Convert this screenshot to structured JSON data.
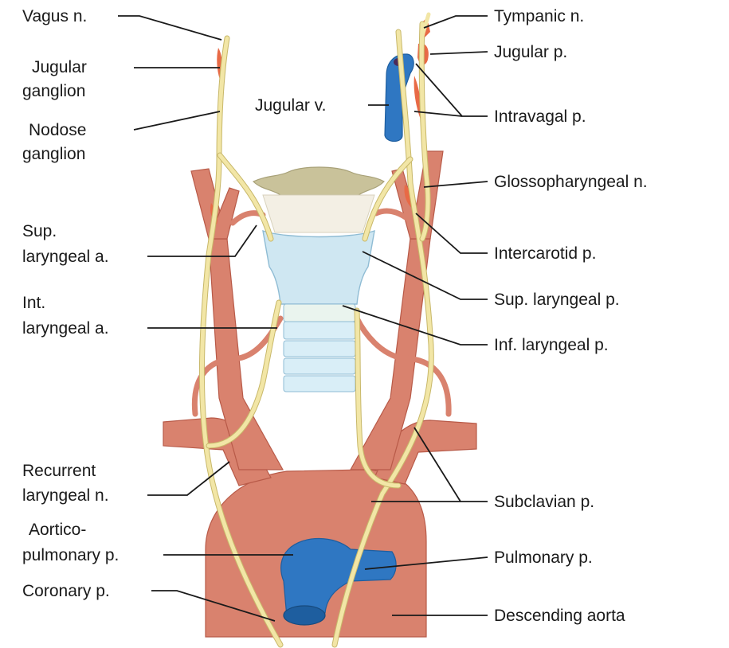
{
  "labels": {
    "vagus_n": "Vagus n.",
    "jugular_ganglion_1": "Jugular",
    "jugular_ganglion_2": "ganglion",
    "nodose_ganglion_1": "Nodose",
    "nodose_ganglion_2": "ganglion",
    "sup_laryngeal_a_1": "Sup.",
    "sup_laryngeal_a_2": "laryngeal a.",
    "int_laryngeal_a_1": "Int.",
    "int_laryngeal_a_2": "laryngeal a.",
    "recurrent_laryngeal_n_1": "Recurrent",
    "recurrent_laryngeal_n_2": "laryngeal n.",
    "aortico_pulmonary_p_1": "Aortico-",
    "aortico_pulmonary_p_2": "pulmonary p.",
    "coronary_p": "Coronary p.",
    "jugular_v": "Jugular v.",
    "tympanic_n": "Tympanic n.",
    "jugular_p": "Jugular p.",
    "intravagal_p": "Intravagal p.",
    "glossopharyngeal_n": "Glossopharyngeal n.",
    "intercarotid_p": "Intercarotid p.",
    "sup_laryngeal_p": "Sup. laryngeal p.",
    "inf_laryngeal_p": "Inf. laryngeal p.",
    "subclavian_p": "Subclavian p.",
    "pulmonary_p": "Pulmonary p.",
    "descending_aorta": "Descending aorta"
  },
  "colors": {
    "artery": "#d9826e",
    "vein": "#2f77c2",
    "nerve": "#f2e6a6",
    "paraganglion": "#e86a46",
    "hyoid": "#c9c29a",
    "thyroid_cartilage": "#cfe7f2",
    "trachea": "#d9eef7"
  }
}
